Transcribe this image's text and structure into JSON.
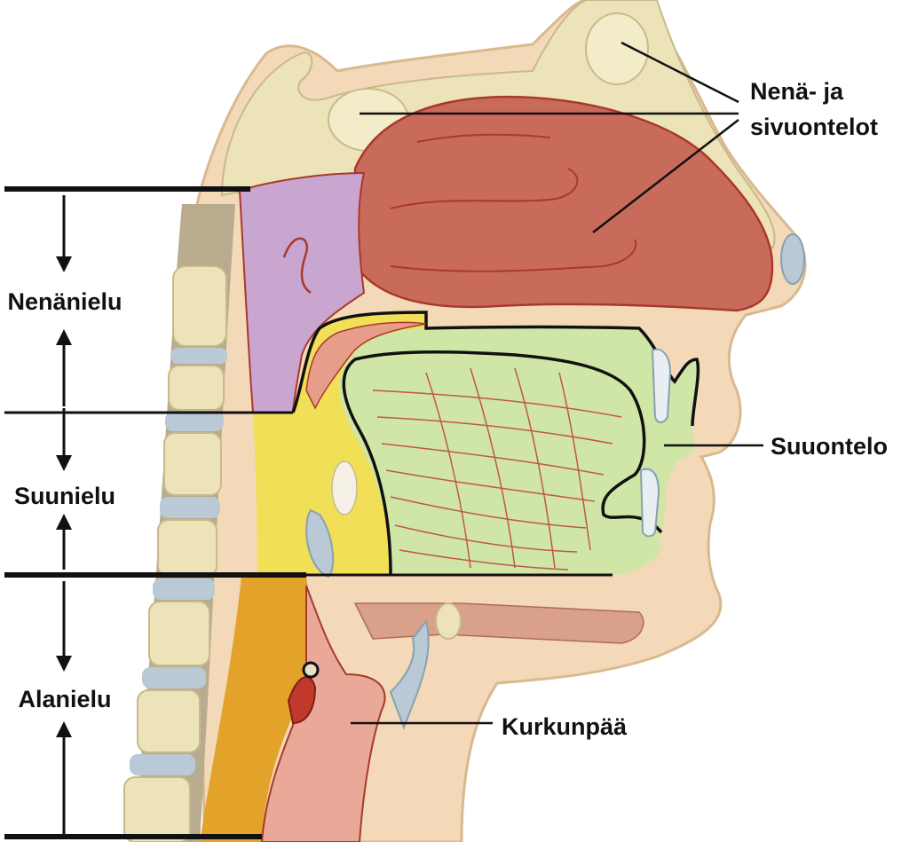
{
  "regions": {
    "nasopharynx": "Nenänielu",
    "oropharynx": "Suunielu",
    "hypopharynx": "Alanielu"
  },
  "labels": {
    "sinuses_line1": "Nenä- ja",
    "sinuses_line2": "sivuontelot",
    "oral_cavity": "Suuontelo",
    "larynx": "Kurkunpää"
  },
  "colors": {
    "skin": "#f3d9b8",
    "bone": "#ece3b8",
    "nasal_cavity": "#c96b5b",
    "nasopharynx": "#c9a6cf",
    "oropharynx": "#f2df58",
    "hypopharynx": "#e3a22a",
    "oral_cavity": "#cfe6a6",
    "disc": "#b9c9d6",
    "muscle": "#d9a08a",
    "outline": "#b03a2e"
  },
  "icons": {
    "arrow_head": "arrow-head-icon"
  }
}
